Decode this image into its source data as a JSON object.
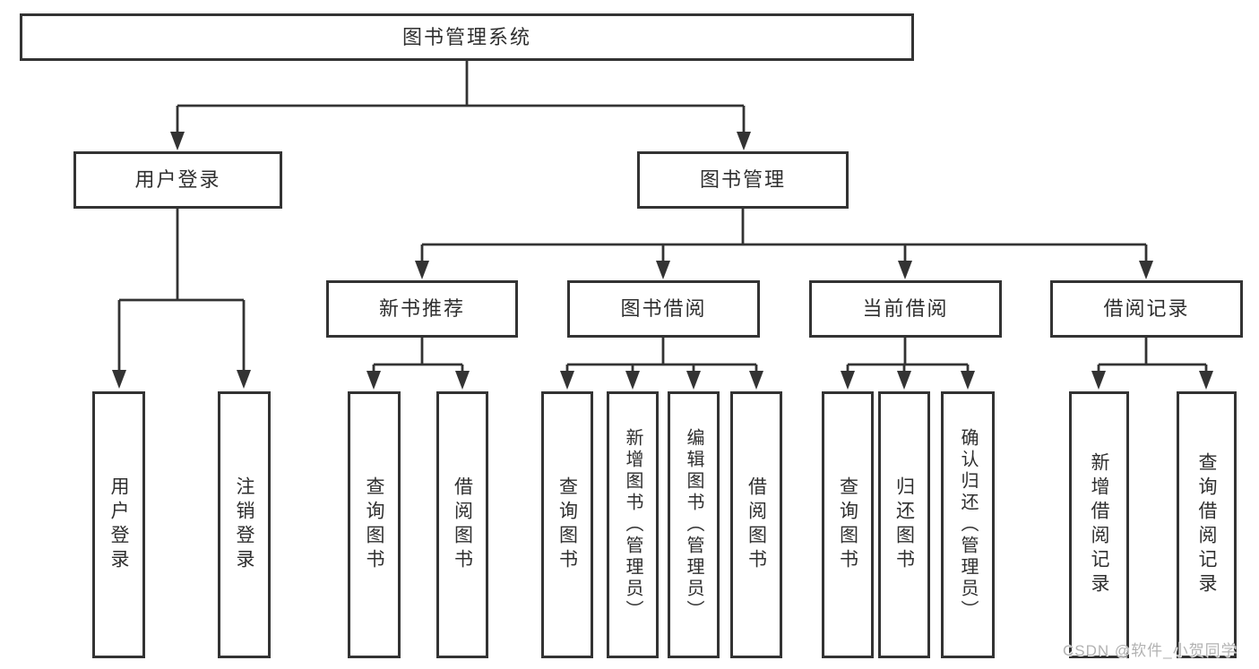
{
  "diagram": {
    "root": "图书管理系统",
    "level2": [
      "用户登录",
      "图书管理"
    ],
    "level3": [
      "新书推荐",
      "图书借阅",
      "当前借阅",
      "借阅记录"
    ],
    "leaves": [
      "用户登录",
      "注销登录",
      "查询图书",
      "借阅图书",
      "查询图书",
      "新增图书（管理员）",
      "编辑图书（管理员）",
      "借阅图书",
      "查询图书",
      "归还图书",
      "确认归还（管理员）",
      "新增借阅记录",
      "查询借阅记录"
    ],
    "tree": {
      "图书管理系统": {
        "用户登录": [
          "用户登录",
          "注销登录"
        ],
        "图书管理": {
          "新书推荐": [
            "查询图书",
            "借阅图书"
          ],
          "图书借阅": [
            "查询图书",
            "新增图书（管理员）",
            "编辑图书（管理员）",
            "借阅图书"
          ],
          "当前借阅": [
            "查询图书",
            "归还图书",
            "确认归还（管理员）"
          ],
          "借阅记录": [
            "新增借阅记录",
            "查询借阅记录"
          ]
        }
      }
    },
    "colors": {
      "line": "#333333",
      "box_background": "#ffffff",
      "watermark": "#b2b2b2"
    },
    "watermark": "CSDN @软件_小贺同学"
  }
}
